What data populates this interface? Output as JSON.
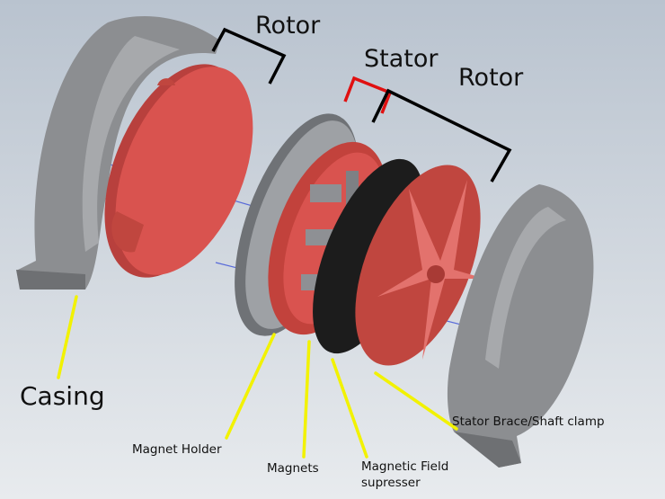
{
  "labels": {
    "rotor_top": "Rotor",
    "stator": "Stator",
    "rotor_right": "Rotor",
    "casing": "Casing",
    "magnet_holder": "Magnet Holder",
    "magnets": "Magnets",
    "field_line1": "Magnetic Field",
    "field_line2": "supresser",
    "brace": "Stator Brace/Shaft clamp"
  },
  "colors": {
    "background_top": "#b9c3cf",
    "background_bottom": "#e8ebee",
    "casing_gray": "#8c8e91",
    "rotor_red": "#d9534f",
    "stator_black": "#1c1c1c",
    "bracket_black": "#000000",
    "bracket_red": "#e01010",
    "leader_yellow": "#f2f200",
    "axis_blue": "#3a4fd8"
  }
}
